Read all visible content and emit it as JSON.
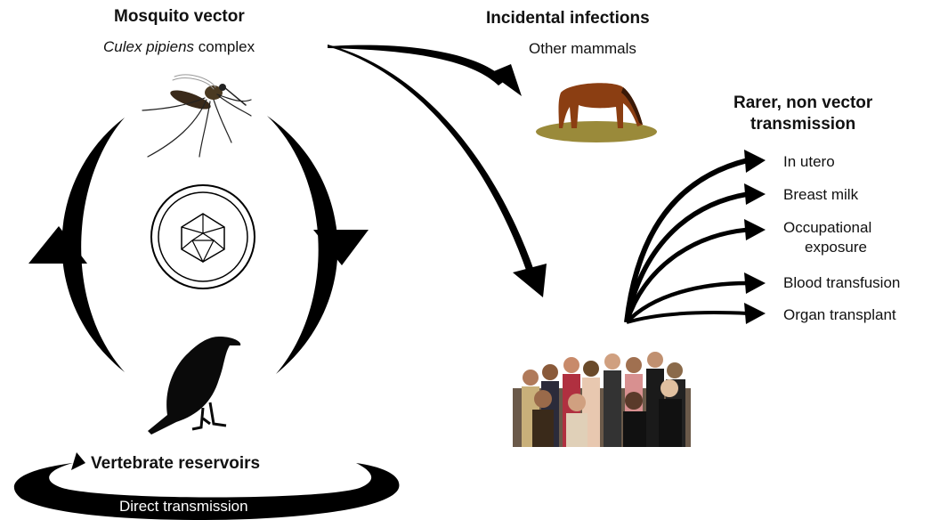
{
  "vector": {
    "title": "Mosquito vector",
    "species_italic": "Culex pipiens",
    "species_rest": " complex",
    "icon": "mosquito-icon"
  },
  "incidental": {
    "title": "Incidental infections",
    "subtitle": "Other mammals",
    "icon": "horse-icon"
  },
  "rarer": {
    "title_line1": "Rarer, non vector",
    "title_line2": "transmission",
    "routes": [
      {
        "label": "In utero"
      },
      {
        "label": "Breast milk"
      },
      {
        "label": "Occupational",
        "label2": "exposure"
      },
      {
        "label": "Blood transfusion"
      },
      {
        "label": "Organ transplant"
      }
    ]
  },
  "virus": {
    "icon": "virus-icosahedron-icon"
  },
  "humans": {
    "icon": "human-crowd-icon"
  },
  "reservoir": {
    "title": "Vertebrate reservoirs",
    "direct": "Direct transmission",
    "icon": "bird-crow-icon"
  },
  "colors": {
    "ink": "#000000",
    "text": "#111111",
    "white": "#ffffff"
  }
}
